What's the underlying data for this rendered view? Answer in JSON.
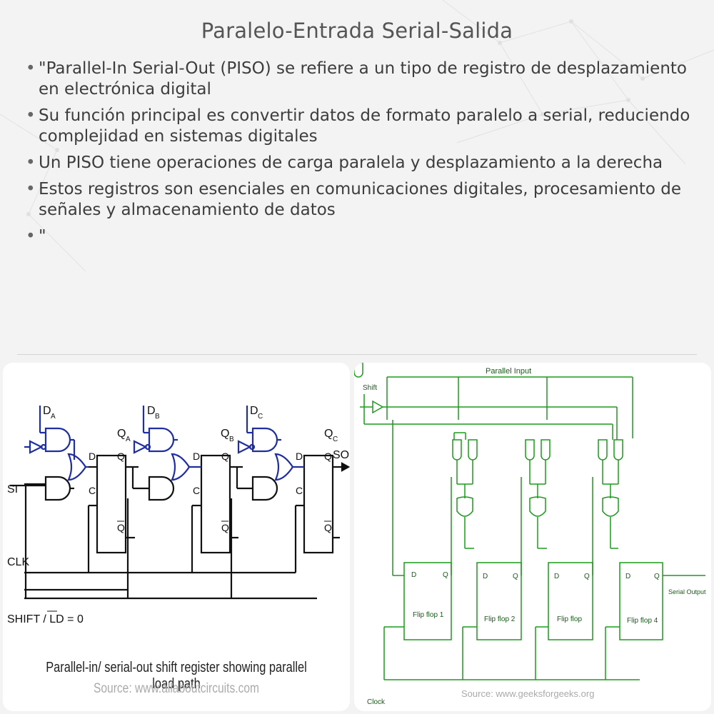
{
  "title": "Paralelo-Entrada Serial-Salida",
  "bullets": [
    "\"Parallel-In Serial-Out (PISO) se refiere a un tipo de registro de desplazamiento en electrónica digital",
    "Su función principal es convertir datos de formato paralelo a serial, reduciendo complejidad en sistemas digitales",
    "Un PISO tiene operaciones de carga paralela y desplazamiento a la derecha",
    "Estos registros son esenciales en comunicaciones digitales, procesamiento de señales y almacenamiento de datos",
    "\""
  ],
  "left_figure": {
    "labels": {
      "da": "D",
      "da_sub": "A",
      "db": "D",
      "db_sub": "B",
      "dc": "D",
      "dc_sub": "C",
      "qa": "Q",
      "qa_sub": "A",
      "qb": "Q",
      "qb_sub": "B",
      "qc": "Q",
      "qc_sub": "C",
      "so": "SO",
      "si": "SI",
      "clk": "CLK",
      "shift_ld": "SHIFT / LD = 0",
      "d": "D",
      "c": "C",
      "q": "Q",
      "qbar": "Q"
    },
    "caption": "Parallel-in/ serial-out shift register showing parallel load path",
    "source": "Source: www.allaboutcircuits.com"
  },
  "right_figure": {
    "labels": {
      "parallel_input": "Parallel Input",
      "shift": "Shift",
      "clock": "Clock",
      "serial_output": "Serial Output",
      "d": "D",
      "q": "Q",
      "ff1": "Flip flop 1",
      "ff2": "Flip flop 2",
      "ff3": "Flip flop",
      "ff4": "Flip flop 4"
    },
    "source": "Source: www.geeksforgeeks.org"
  },
  "colors": {
    "wire_blue": "#1f2ea0",
    "wire_green": "#1a9c1a",
    "text": "#3a3a3a"
  }
}
